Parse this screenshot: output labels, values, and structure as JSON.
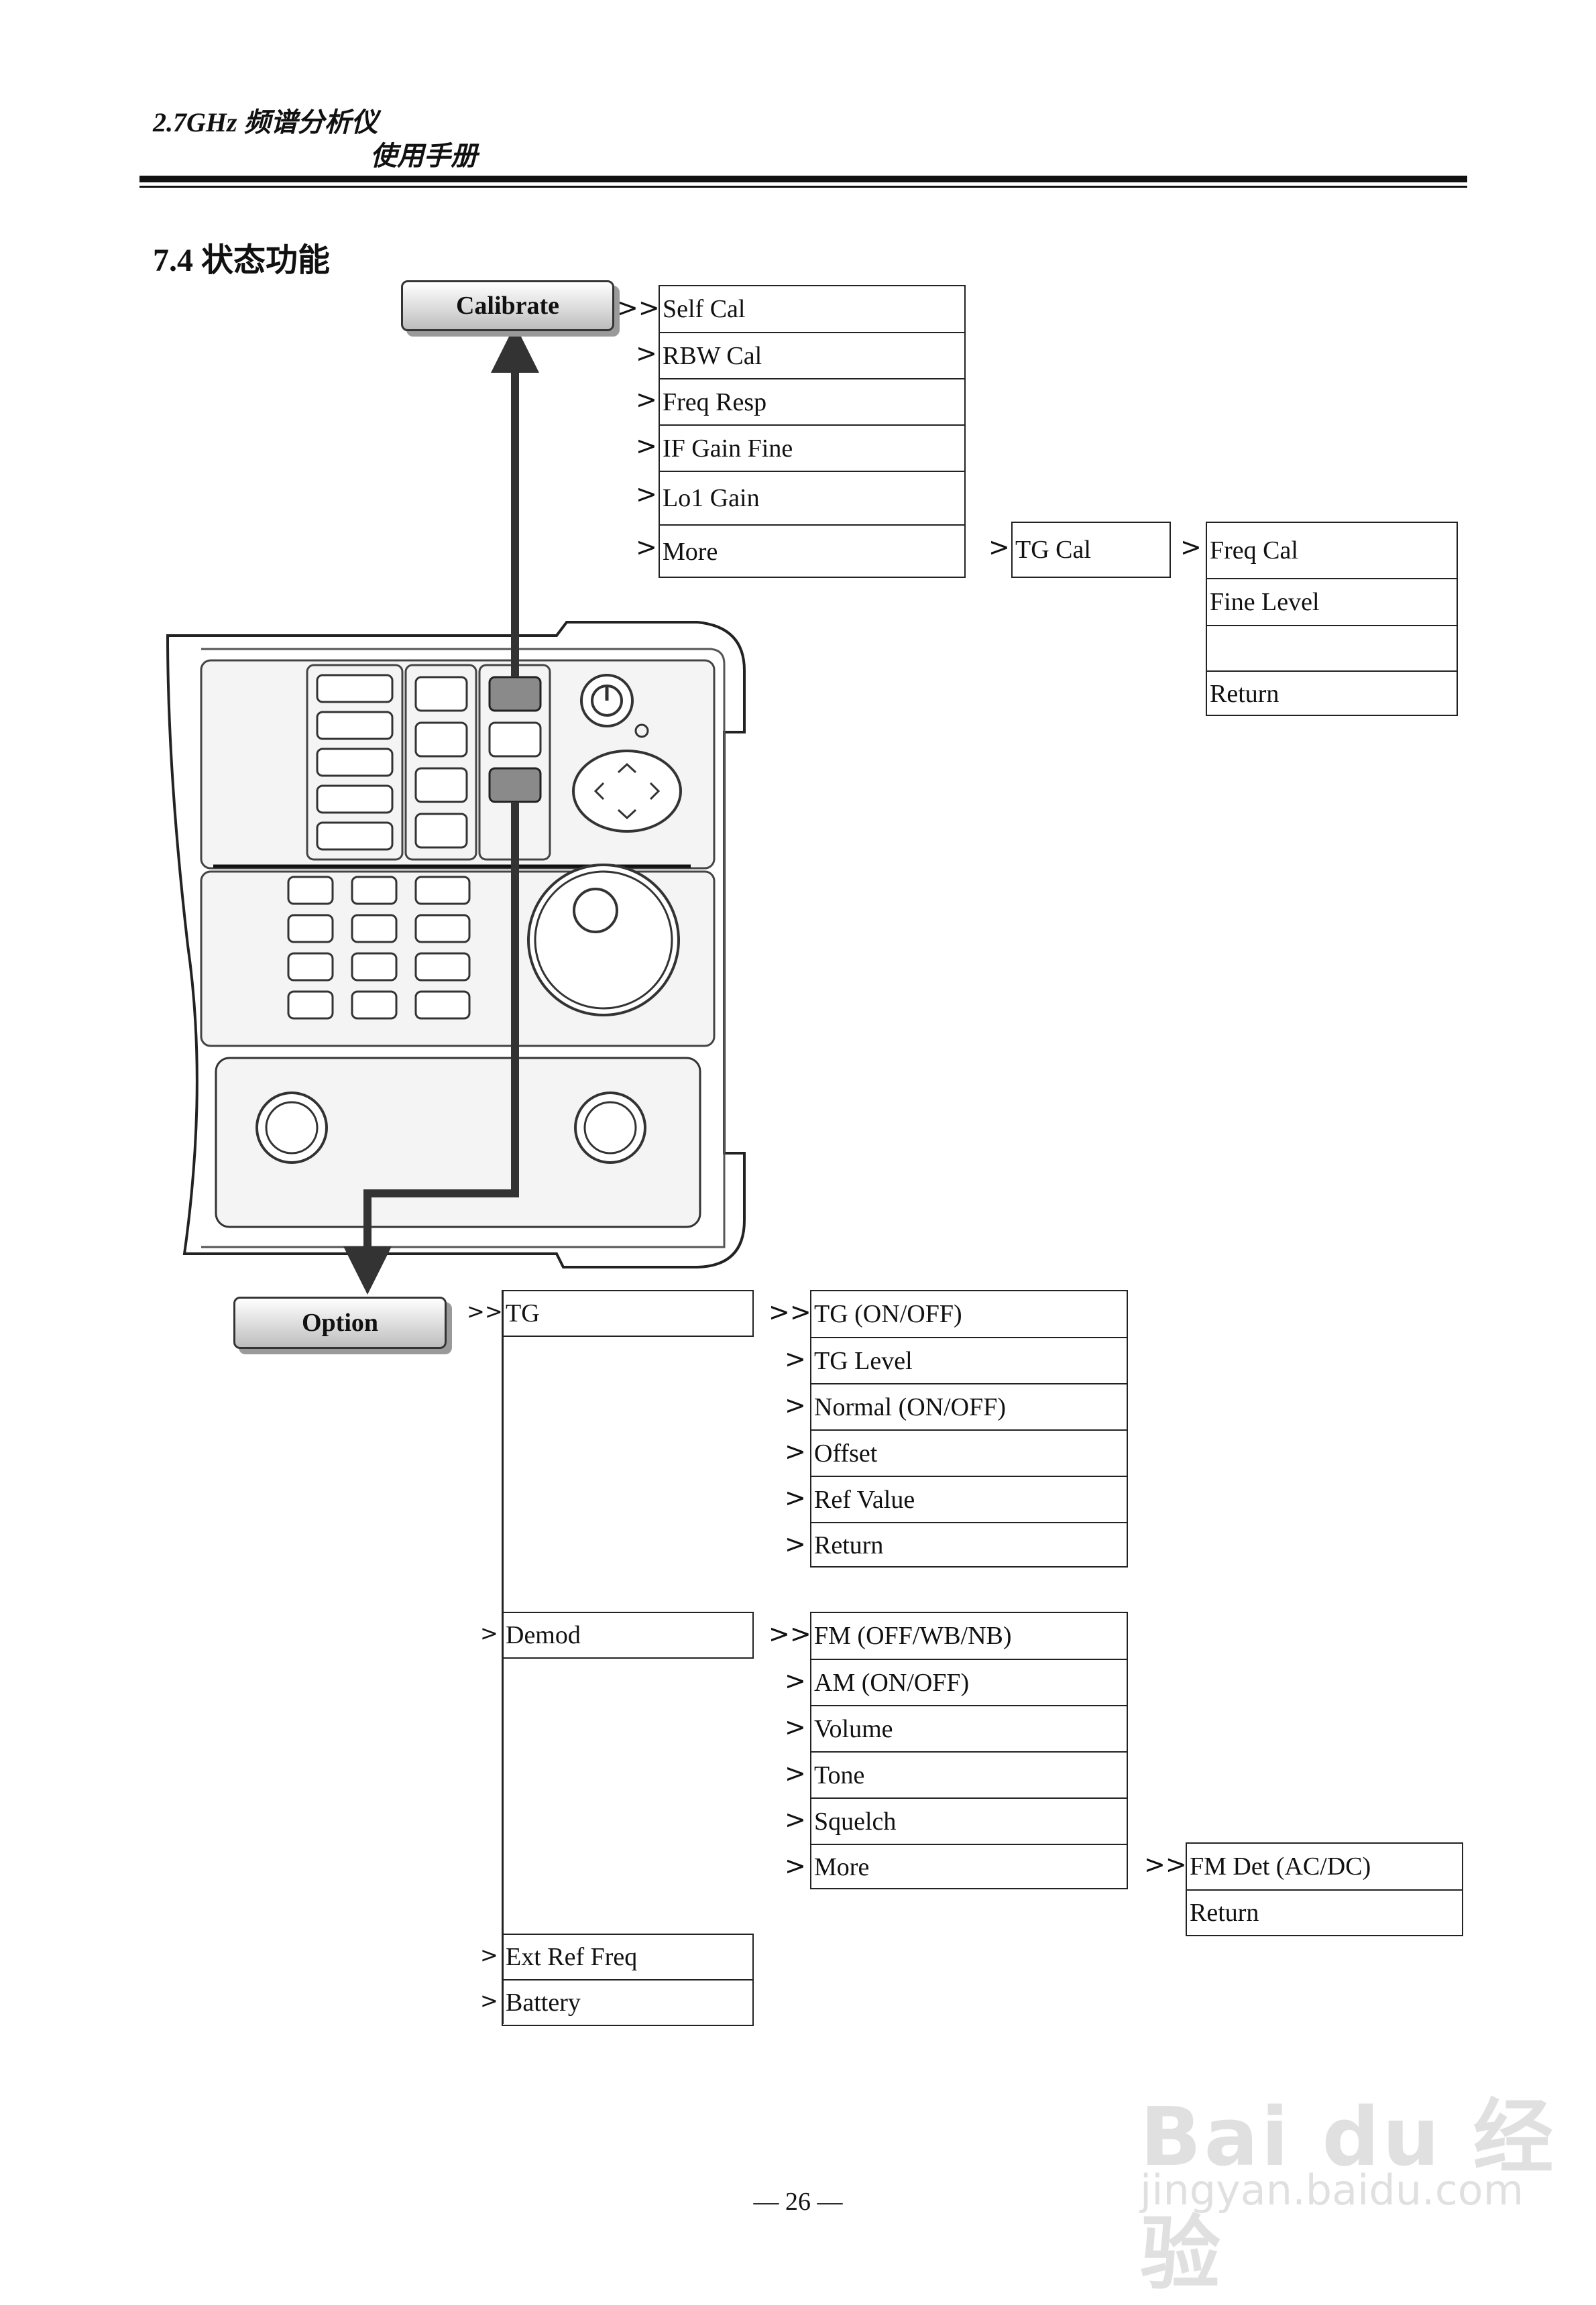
{
  "header": {
    "line1": "2.7GHz 频谱分析仪",
    "line2": "使用手册"
  },
  "section": {
    "title": "7.4  状态功能"
  },
  "calibrate": {
    "button_label": "Calibrate",
    "main_items": [
      "Self Cal",
      "RBW Cal",
      "Freq Resp",
      "IF Gain Fine",
      "Lo1 Gain",
      "More"
    ],
    "more_sub": [
      "TG Cal"
    ],
    "tgcal_sub": [
      "Freq Cal",
      "Fine Level",
      "",
      "Return"
    ]
  },
  "option": {
    "button_label": "Option",
    "tg": {
      "label": "TG",
      "items": [
        "TG (ON/OFF)",
        "TG Level",
        "Normal (ON/OFF)",
        "Offset",
        "Ref Value",
        "Return"
      ]
    },
    "demod": {
      "label": "Demod",
      "items": [
        "FM (OFF/WB/NB)",
        "AM (ON/OFF)",
        "Volume",
        "Tone",
        "Squelch",
        "More"
      ],
      "more_sub": [
        "FM Det (AC/DC)",
        "Return"
      ]
    },
    "others": [
      "Ext Ref Freq",
      "Battery"
    ]
  },
  "footer": {
    "page": "— 26 —"
  },
  "watermark": {
    "brand": "Bai du 经验",
    "url": "jingyan.baidu.com"
  }
}
